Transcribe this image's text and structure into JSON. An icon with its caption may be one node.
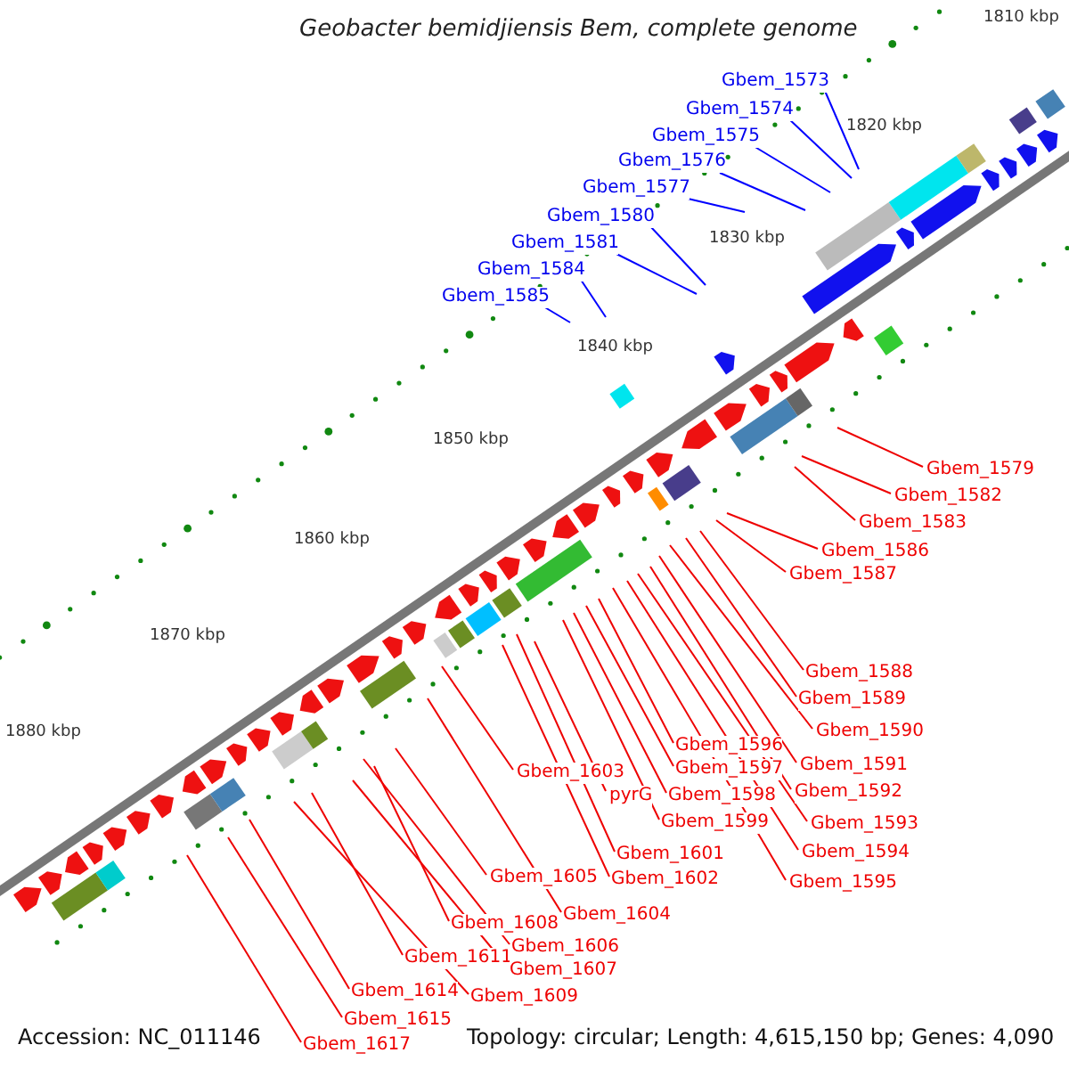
{
  "diagram": {
    "title": "Geobacter bemidjiensis Bem, complete genome",
    "nodes": [
      {
        "text": [
          "Gbem_1573"
        ]
      },
      {
        "text": [
          "Gbem_1574"
        ]
      },
      {
        "text": [
          "Gbem_1575"
        ]
      },
      {
        "text": [
          "Gbem_1576"
        ]
      },
      {
        "text": [
          "Gbem_1577"
        ]
      },
      {
        "text": [
          "Gbem_1580"
        ]
      },
      {
        "text": [
          "Gbem_1581"
        ]
      },
      {
        "text": [
          "Gbem_1584"
        ]
      },
      {
        "text": [
          "Gbem_1585"
        ]
      },
      {
        "text": [
          "Gbem_1579"
        ]
      },
      {
        "text": [
          "Gbem_1582"
        ]
      },
      {
        "text": [
          "Gbem_1583"
        ]
      },
      {
        "text": [
          "Gbem_1586"
        ]
      },
      {
        "text": [
          "Gbem_1587"
        ]
      },
      {
        "text": [
          "Gbem_1588"
        ]
      },
      {
        "text": [
          "Gbem_1589"
        ]
      },
      {
        "text": [
          "Gbem_1590"
        ]
      },
      {
        "text": [
          "Gbem_1596"
        ]
      },
      {
        "text": [
          "Gbem_1591"
        ]
      },
      {
        "text": [
          "Gbem_1597"
        ]
      },
      {
        "text": [
          "Gbem_1603"
        ]
      },
      {
        "text": [
          "Gbem_1592"
        ]
      },
      {
        "text": [
          "pyrG"
        ]
      },
      {
        "text": [
          "Gbem_1598"
        ]
      },
      {
        "text": [
          "Gbem_1599"
        ]
      },
      {
        "text": [
          "Gbem_1593"
        ]
      },
      {
        "text": [
          "Gbem_1594"
        ]
      },
      {
        "text": [
          "Gbem_1601"
        ]
      },
      {
        "text": [
          "Gbem_1605"
        ]
      },
      {
        "text": [
          "Gbem_1602"
        ]
      },
      {
        "text": [
          "Gbem_1595"
        ]
      },
      {
        "text": [
          "Gbem_1604"
        ]
      },
      {
        "text": [
          "Gbem_1608"
        ]
      },
      {
        "text": [
          "Gbem_1606"
        ]
      },
      {
        "text": [
          "Gbem_1611"
        ]
      },
      {
        "text": [
          "Gbem_1607"
        ]
      },
      {
        "text": [
          "Gbem_1614"
        ]
      },
      {
        "text": [
          "Gbem_1609"
        ]
      },
      {
        "text": [
          "Gbem_1615"
        ]
      },
      {
        "text": [
          "Gbem_1617"
        ]
      }
    ],
    "edges": [
      {
        "from": 0,
        "to": null,
        "arrow": "none",
        "color": "#0000ff"
      },
      {
        "from": 1,
        "to": null,
        "arrow": "none",
        "color": "#0000ff"
      },
      {
        "from": 2,
        "to": null,
        "arrow": "none",
        "color": "#0000ff"
      },
      {
        "from": 3,
        "to": null,
        "arrow": "none",
        "color": "#0000ff"
      },
      {
        "from": 4,
        "to": null,
        "arrow": "none",
        "color": "#0000ff"
      },
      {
        "from": 5,
        "to": null,
        "arrow": "none",
        "color": "#0000ff"
      },
      {
        "from": 6,
        "to": null,
        "arrow": "none",
        "color": "#0000ff"
      },
      {
        "from": 7,
        "to": null,
        "arrow": "none",
        "color": "#0000ff"
      },
      {
        "from": 8,
        "to": null,
        "arrow": "none",
        "color": "#0000ff"
      },
      {
        "from": 9,
        "to": null,
        "arrow": "none"
      },
      {
        "from": 10,
        "to": null,
        "arrow": "none"
      },
      {
        "from": 11,
        "to": null,
        "arrow": "none"
      },
      {
        "from": 12,
        "to": null,
        "arrow": "none"
      },
      {
        "from": 13,
        "to": null,
        "arrow": "none"
      },
      {
        "from": 14,
        "to": null,
        "arrow": "none"
      },
      {
        "from": 15,
        "to": null,
        "arrow": "none"
      },
      {
        "from": 16,
        "to": null,
        "arrow": "none"
      },
      {
        "from": 17,
        "to": null,
        "arrow": "none"
      },
      {
        "from": 18,
        "to": null,
        "arrow": "none"
      },
      {
        "from": 19,
        "to": null,
        "arrow": "none"
      },
      {
        "from": 20,
        "to": null,
        "arrow": "none"
      },
      {
        "from": 21,
        "to": null,
        "arrow": "none"
      },
      {
        "from": 22,
        "to": null,
        "arrow": "none"
      },
      {
        "from": 23,
        "to": null,
        "arrow": "none"
      },
      {
        "from": 24,
        "to": null,
        "arrow": "none"
      },
      {
        "from": 25,
        "to": null,
        "arrow": "none"
      },
      {
        "from": 26,
        "to": null,
        "arrow": "none"
      },
      {
        "from": 27,
        "to": null,
        "arrow": "none"
      },
      {
        "from": 28,
        "to": null,
        "arrow": "none"
      },
      {
        "from": 29,
        "to": null,
        "arrow": "none"
      },
      {
        "from": 30,
        "to": null,
        "arrow": "none"
      },
      {
        "from": 31,
        "to": null,
        "arrow": "none"
      },
      {
        "from": 32,
        "to": null,
        "arrow": "none"
      },
      {
        "from": 33,
        "to": null,
        "arrow": "none"
      },
      {
        "from": 34,
        "to": null,
        "arrow": "none"
      },
      {
        "from": 35,
        "to": null,
        "arrow": "none"
      },
      {
        "from": 36,
        "to": null,
        "arrow": "none"
      },
      {
        "from": 37,
        "to": null,
        "arrow": "none"
      },
      {
        "from": 38,
        "to": null,
        "arrow": "none"
      },
      {
        "from": 39,
        "to": null,
        "arrow": "none"
      }
    ],
    "labels": [
      "1810 kbp",
      "1820 kbp",
      "1830 kbp",
      "1840 kbp",
      "1850 kbp",
      "1860 kbp",
      "1870 kbp",
      "1880 kbp",
      "Accession: NC_011146",
      "Topology: circular; Length: 4,615,150 bp; Genes: 4,090"
    ]
  }
}
